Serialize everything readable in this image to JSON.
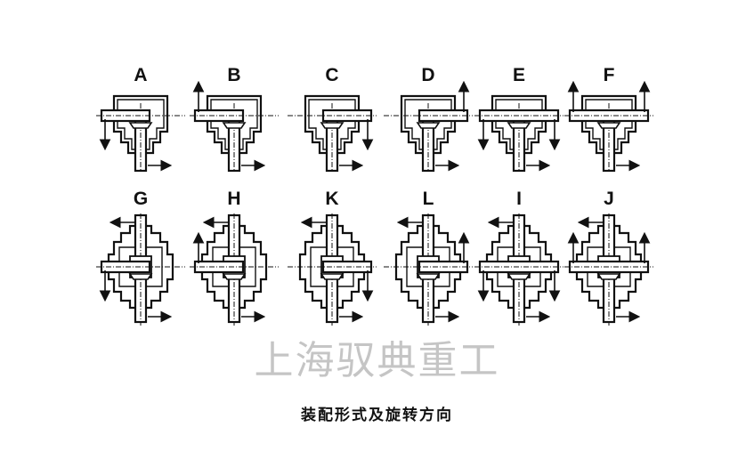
{
  "caption": "装配形式及旋转方向",
  "watermark": "上海驭典重工",
  "rows": [
    {
      "style": "single-output",
      "cells": [
        {
          "label": "A",
          "shaft": "left",
          "side_arrows": [
            {
              "side": "left",
              "dir": "down"
            }
          ]
        },
        {
          "label": "B",
          "shaft": "left",
          "side_arrows": [
            {
              "side": "left",
              "dir": "up"
            }
          ]
        },
        {
          "label": "C",
          "shaft": "right",
          "side_arrows": [
            {
              "side": "right",
              "dir": "down"
            }
          ]
        },
        {
          "label": "D",
          "shaft": "right",
          "side_arrows": [
            {
              "side": "right",
              "dir": "up"
            }
          ]
        },
        {
          "label": "E",
          "shaft": "both",
          "side_arrows": [
            {
              "side": "left",
              "dir": "down"
            },
            {
              "side": "right",
              "dir": "down"
            }
          ]
        },
        {
          "label": "F",
          "shaft": "both",
          "side_arrows": [
            {
              "side": "left",
              "dir": "up"
            },
            {
              "side": "right",
              "dir": "up"
            }
          ]
        }
      ]
    },
    {
      "style": "double-output",
      "cells": [
        {
          "label": "G",
          "shaft": "left",
          "side_arrows": [
            {
              "side": "left",
              "dir": "down"
            }
          ]
        },
        {
          "label": "H",
          "shaft": "left",
          "side_arrows": [
            {
              "side": "left",
              "dir": "up"
            }
          ]
        },
        {
          "label": "K",
          "shaft": "right",
          "side_arrows": [
            {
              "side": "right",
              "dir": "down"
            }
          ]
        },
        {
          "label": "L",
          "shaft": "right",
          "side_arrows": [
            {
              "side": "right",
              "dir": "up"
            }
          ]
        },
        {
          "label": "I",
          "shaft": "both",
          "side_arrows": [
            {
              "side": "left",
              "dir": "down"
            },
            {
              "side": "right",
              "dir": "down"
            }
          ]
        },
        {
          "label": "J",
          "shaft": "both",
          "side_arrows": [
            {
              "side": "left",
              "dir": "up"
            },
            {
              "side": "right",
              "dir": "up"
            }
          ]
        }
      ]
    }
  ]
}
